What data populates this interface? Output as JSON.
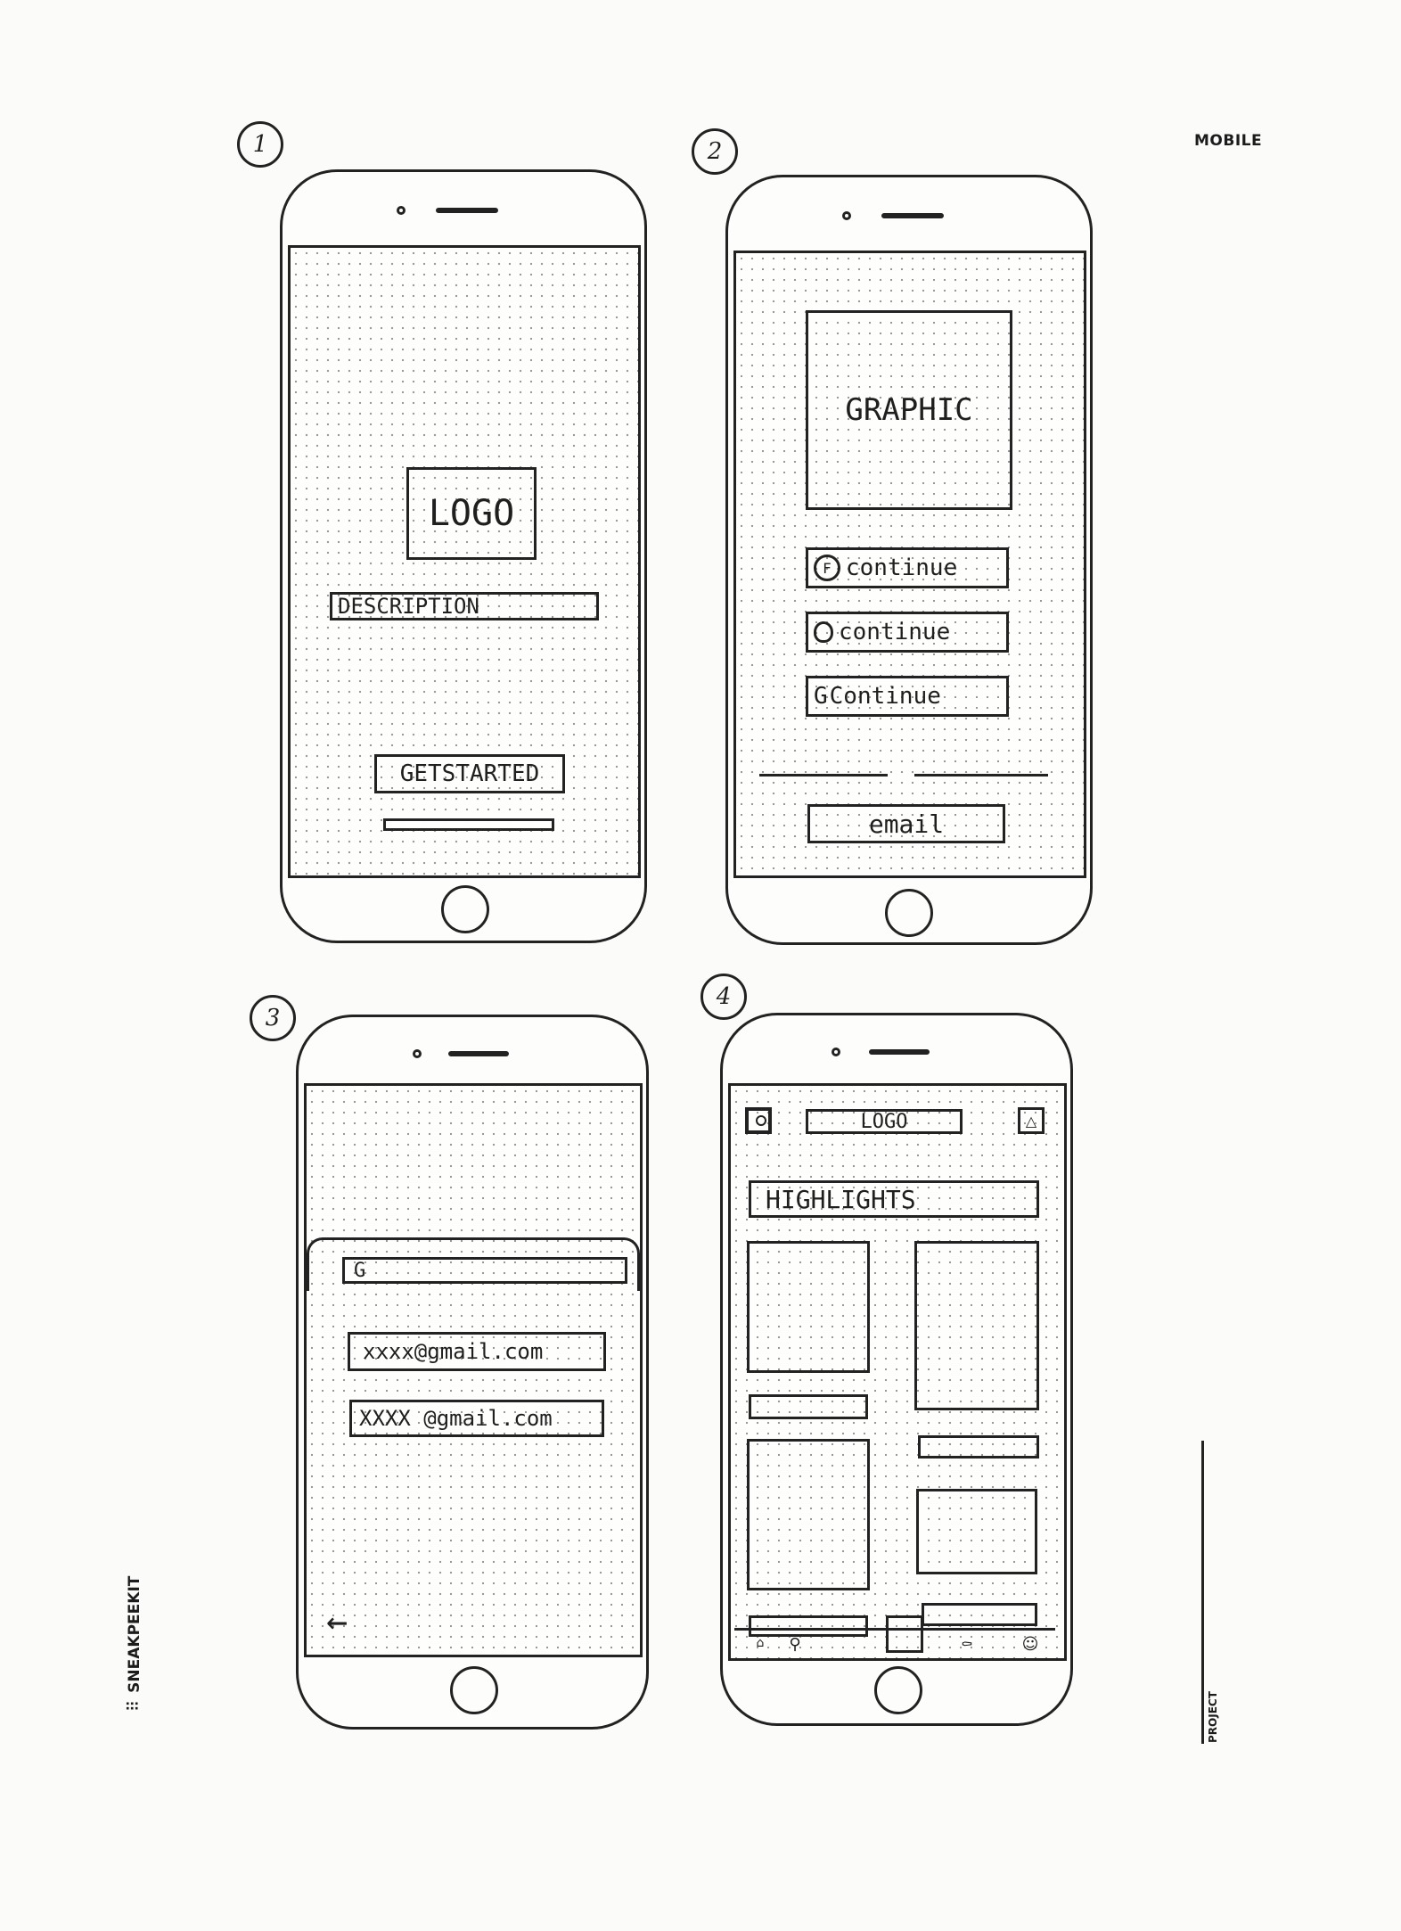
{
  "sheet": {
    "category_label": "MOBILE",
    "brand": "SNEAKPEEKIT",
    "project_label": "PROJECT"
  },
  "screens": [
    {
      "number": "1",
      "logo": "LOGO",
      "description": "DESCRIPTION",
      "cta": "GETSTARTED"
    },
    {
      "number": "2",
      "graphic": "GRAPHIC",
      "buttons": [
        {
          "icon": "F",
          "label": "continue"
        },
        {
          "icon": "",
          "label": "continue"
        },
        {
          "icon": "G",
          "label": "Continue"
        }
      ],
      "email": "email"
    },
    {
      "number": "3",
      "search_value": "G",
      "accounts": [
        "xxxx@gmail.com",
        "XXXX @gmail.com"
      ],
      "back": "←"
    },
    {
      "number": "4",
      "logo": "LOGO",
      "highlights": "HIGHLIGHTS"
    }
  ],
  "colors": {
    "ink": "#222222",
    "paper": "#fbfbf9",
    "dot": "#9a9a9a"
  }
}
